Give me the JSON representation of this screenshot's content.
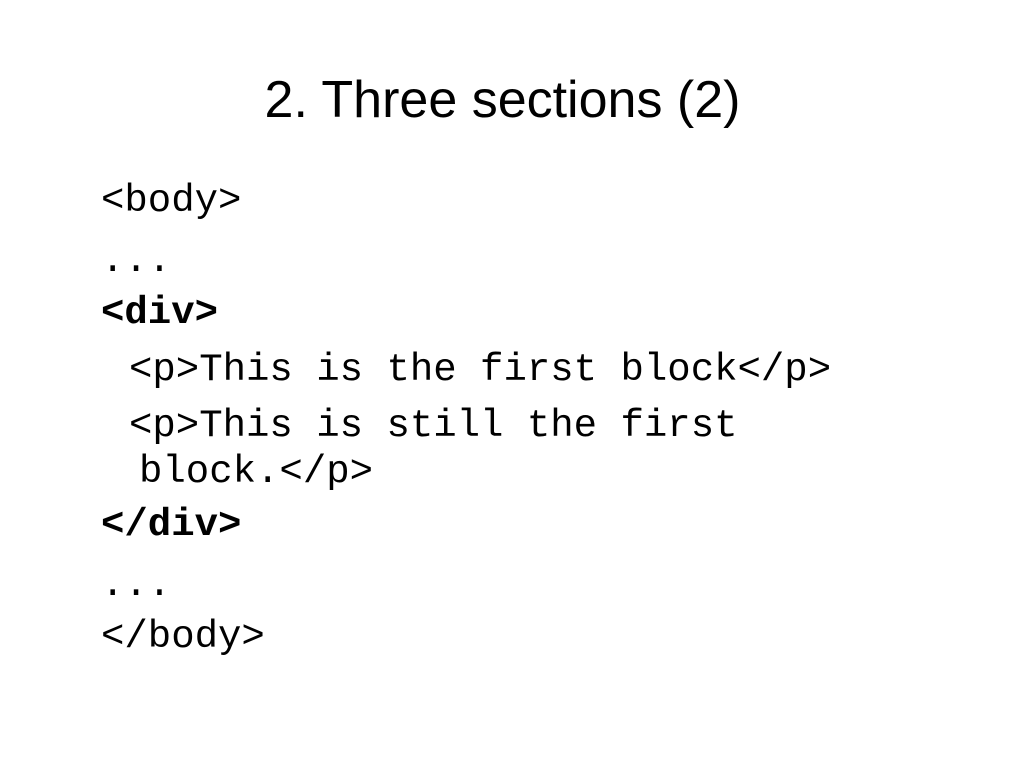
{
  "slide": {
    "title": "2. Three sections (2)",
    "code_lines": {
      "body_open": "<body>",
      "ellipsis_1": "...",
      "div_open": "<div>",
      "p1": "<p>This is the first block</p>",
      "p2_part1": "<p>This is still the first",
      "p2_part2": "block.</p>",
      "div_close": "</div>",
      "ellipsis_2": "...",
      "body_close": "</body>"
    }
  }
}
